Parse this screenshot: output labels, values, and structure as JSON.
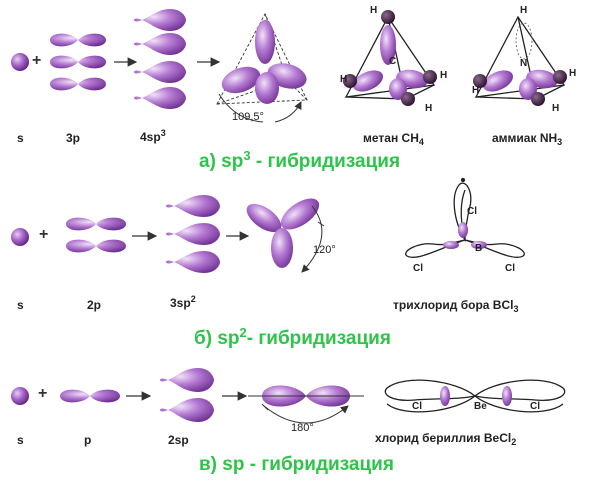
{
  "section_a": {
    "title_prefix": "а) sp",
    "title_sup": "3",
    "title_suffix": " - гибридизация",
    "labels": {
      "s": "s",
      "p": "3p",
      "hyb": "4sp",
      "hyb_sup": "3"
    },
    "angle": "109,5°",
    "methane": {
      "text": "метан CH",
      "sub": "4"
    },
    "ammonia": {
      "text": "аммиак NH",
      "sub": "3"
    },
    "atoms": {
      "h": "H",
      "c": "C",
      "n": "N"
    }
  },
  "section_b": {
    "title_prefix": "б) sp",
    "title_sup": "2",
    "title_suffix": "- гибридизация",
    "labels": {
      "s": "s",
      "p": "2p",
      "hyb": "3sp",
      "hyb_sup": "2"
    },
    "angle": "120°",
    "molecule": {
      "text": "трихлорид бора BCl",
      "sub": "3"
    },
    "atoms": {
      "cl": "Cl",
      "b": "B"
    }
  },
  "section_c": {
    "title": "в) sp - гибридизация",
    "labels": {
      "s": "s",
      "p": "p",
      "hyb": "2sp"
    },
    "angle": "180°",
    "molecule": {
      "text": "хлорид бериллия BeCl",
      "sub": "2"
    },
    "atoms": {
      "cl": "Cl",
      "be": "Be"
    }
  },
  "plus": "+",
  "colors": {
    "orbital_light": "#e2c4ee",
    "orbital_mid": "#a96ac9",
    "orbital_dark": "#6b2b8f",
    "title_green": "#2ec44a",
    "atom_dark": "#3a1a3c"
  }
}
